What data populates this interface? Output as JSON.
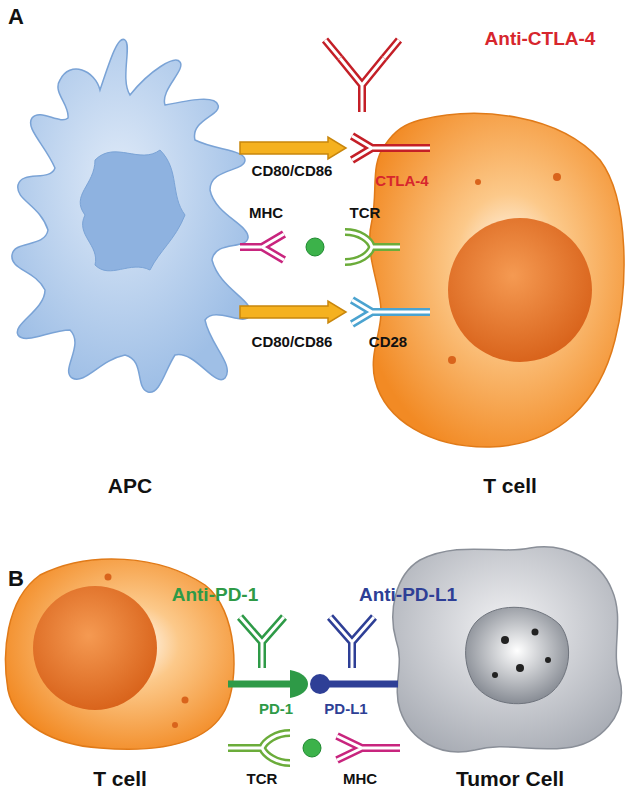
{
  "diagram": {
    "nodes": [
      {
        "text": [
          "APC"
        ]
      },
      {
        "text": [
          "T cell"
        ]
      },
      {
        "text": [
          "T cell"
        ]
      },
      {
        "text": [
          "Tumor Cell"
        ]
      }
    ],
    "labels": [
      "A",
      "Anti-CTLA-4",
      "CD80/CD86",
      "CTLA-4",
      "MHC",
      "TCR",
      "CD80/CD86",
      "CD28",
      "B",
      "Anti-PD-1",
      "Anti-PD-L1",
      "PD-1",
      "PD-L1",
      "TCR",
      "MHC"
    ]
  }
}
